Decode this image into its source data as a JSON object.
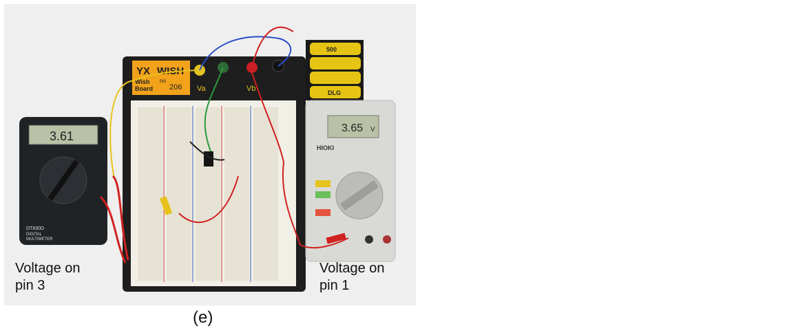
{
  "figure_caption": "(e)",
  "labels": {
    "left": "Voltage on\npin 3",
    "right": "Voltage on\npin 1"
  },
  "meters": {
    "left": {
      "reading": "3.61",
      "model": "DT830D",
      "type": "DIGITAL\nMULTIMETER"
    },
    "right": {
      "reading": "3.65",
      "unit": "V",
      "brand": "HIOKI"
    }
  },
  "board": {
    "brand": "WISH",
    "subtitle": "Wish\nBoard",
    "number": "206",
    "no_label": "no",
    "terminal_labels": [
      "Va",
      "Vb"
    ]
  },
  "battery": {
    "brand": "DLG",
    "capacity": "500"
  },
  "colors": {
    "photo_background": "#efefef",
    "board_frame": "#1e1e1e",
    "breadboard": "#f2efe6",
    "meter_left_body": "#202326",
    "meter_right_body": "#d9dad5",
    "lcd": "#b9c2a6",
    "battery_yellow": "#e6c414",
    "wire_red": "#d0211f",
    "wire_yellow": "#e8c21c",
    "wire_blue": "#2a4ec9",
    "wire_green": "#2b9a3c"
  }
}
